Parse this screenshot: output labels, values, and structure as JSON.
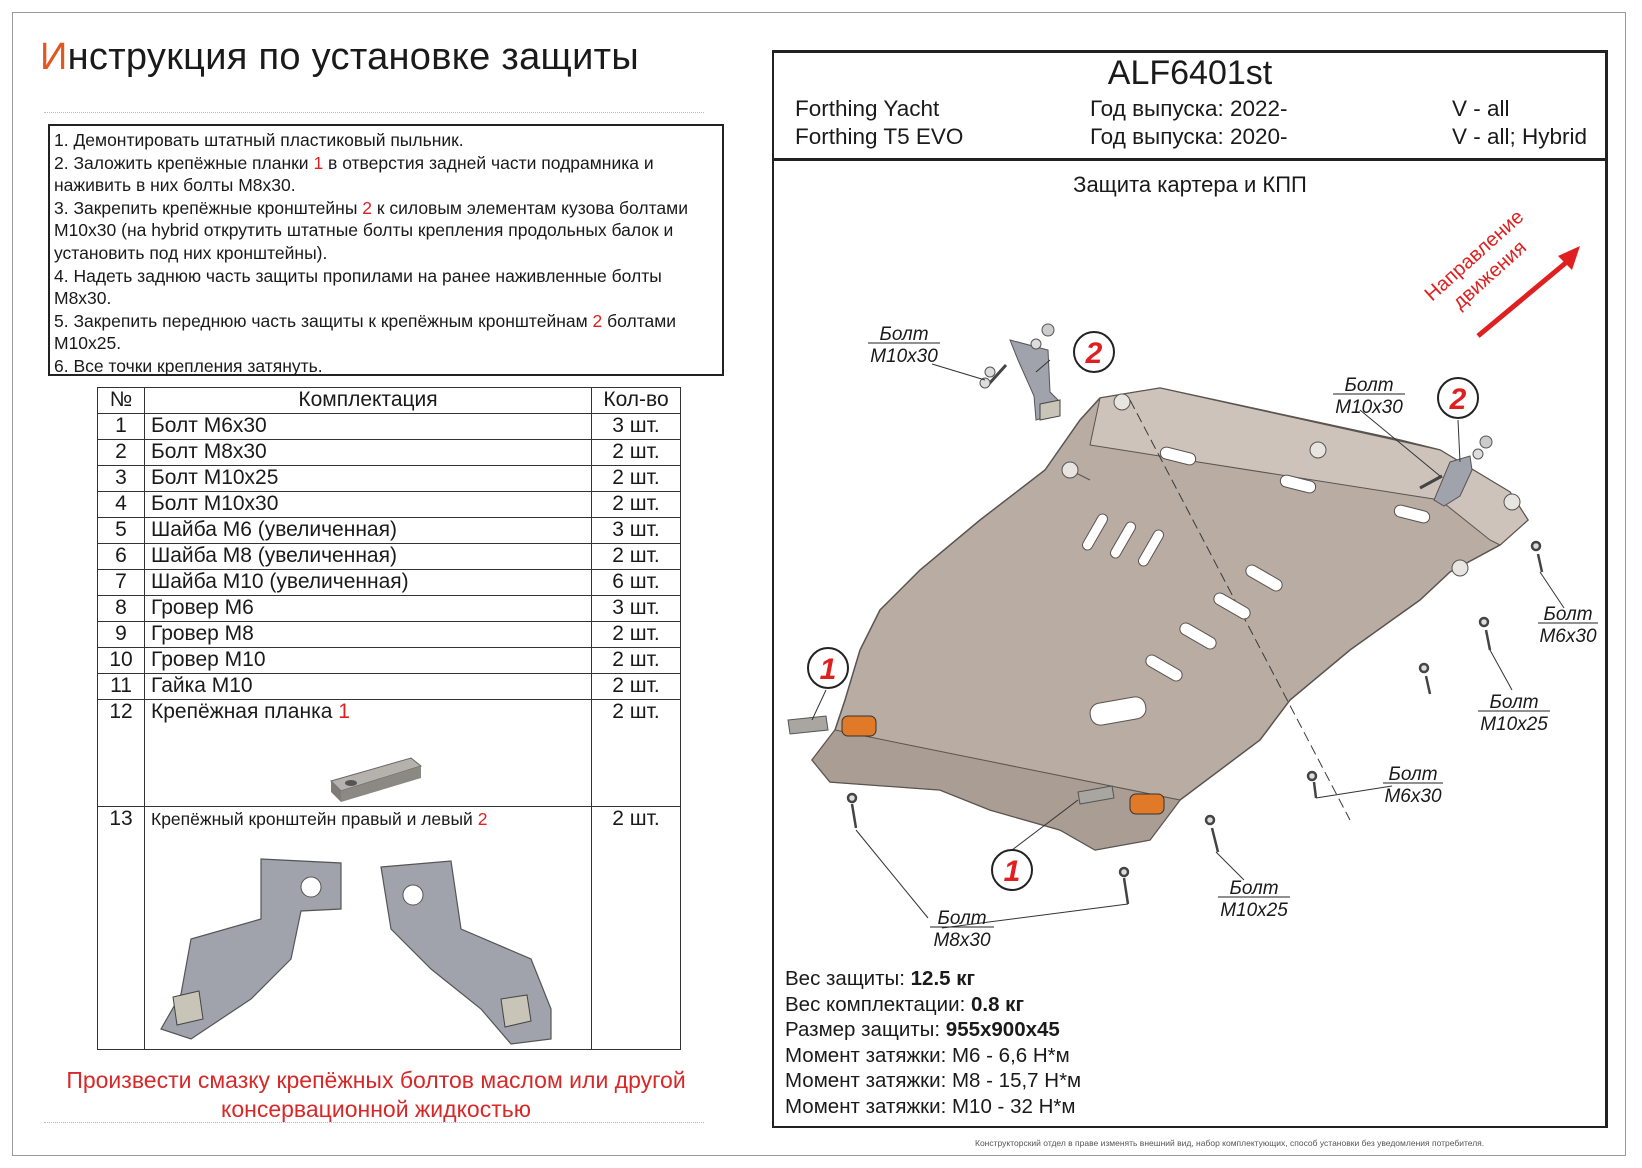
{
  "title": {
    "first_letter": "И",
    "rest": "нструкция по установке защиты"
  },
  "instructions": [
    {
      "parts": [
        "1. Демонтировать штатный пластиковый пыльник."
      ]
    },
    {
      "parts": [
        "2. Заложить крепёжные планки ",
        "1",
        " в отверстия задней части подрамника и наживить в них болты М8х30."
      ]
    },
    {
      "parts": [
        "3. Закрепить крепёжные кронштейны ",
        "2",
        " к силовым элементам кузова болтами М10х30 (на hybrid открутить штатные болты крепления продольных балок и установить под них кронштейны)."
      ]
    },
    {
      "parts": [
        "4. Надеть заднюю часть защиты пропилами на ранее наживленные болты М8х30."
      ]
    },
    {
      "parts": [
        "5. Закрепить переднюю часть защиты к крепёжным кронштейнам ",
        "2",
        " болтами М10х25."
      ]
    },
    {
      "parts": [
        "6. Все точки крепления затянуть."
      ]
    }
  ],
  "kit": {
    "headers": [
      "№",
      "Комплектация",
      "Кол-во"
    ],
    "rows": [
      {
        "n": "1",
        "name": "Болт М6х30",
        "qty": "3 шт."
      },
      {
        "n": "2",
        "name": "Болт М8х30",
        "qty": "2 шт."
      },
      {
        "n": "3",
        "name": "Болт М10х25",
        "qty": "2 шт."
      },
      {
        "n": "4",
        "name": "Болт М10х30",
        "qty": "2 шт."
      },
      {
        "n": "5",
        "name": "Шайба М6 (увеличенная)",
        "qty": "3 шт."
      },
      {
        "n": "6",
        "name": "Шайба М8 (увеличенная)",
        "qty": "2 шт."
      },
      {
        "n": "7",
        "name": "Шайба М10 (увеличенная)",
        "qty": "6 шт."
      },
      {
        "n": "8",
        "name": "Гровер М6",
        "qty": "3 шт."
      },
      {
        "n": "9",
        "name": "Гровер М8",
        "qty": "2 шт."
      },
      {
        "n": "10",
        "name": "Гровер М10",
        "qty": "2 шт."
      },
      {
        "n": "11",
        "name": "Гайка М10",
        "qty": "2 шт."
      },
      {
        "n": "12",
        "name": "Крепёжная планка ",
        "ref": "1",
        "qty": "2 шт."
      },
      {
        "n": "13",
        "name": "Крепёжный кронштейн правый и левый ",
        "ref": "2",
        "qty": "2 шт."
      }
    ]
  },
  "note": "Произвести смазку крепёжных болтов маслом или другой консервационной жидкостью",
  "product": {
    "code": "ALF6401st",
    "vehicles": [
      {
        "model": "Forthing Yacht",
        "year": "Год выпуска: 2022-",
        "engine": "V - all"
      },
      {
        "model": "Forthing T5 EVO",
        "year": "Год выпуска: 2020-",
        "engine": "V - all; Hybrid"
      }
    ],
    "subtitle": "Защита картера и КПП"
  },
  "diagram": {
    "direction": [
      "Направление",
      "движения"
    ],
    "callouts": [
      {
        "ref": "2"
      },
      {
        "ref": "2"
      },
      {
        "ref": "1"
      },
      {
        "ref": "1"
      }
    ],
    "labels": [
      [
        "Болт",
        "М10х30"
      ],
      [
        "Болт",
        "М10х30"
      ],
      [
        "Болт",
        "М6х30"
      ],
      [
        "Болт",
        "М10х25"
      ],
      [
        "Болт",
        "М6х30"
      ],
      [
        "Болт",
        "М10х25"
      ],
      [
        "Болт",
        "М8х30"
      ]
    ],
    "colors": {
      "plate": "#b8aca3",
      "accent": "#e02020",
      "washer_orange": "#e07a28"
    }
  },
  "specs": [
    {
      "label": "Вес защиты: ",
      "value": "12.5 кг"
    },
    {
      "label": "Вес комплектации: ",
      "value": "0.8 кг"
    },
    {
      "label": "Размер защиты: ",
      "value": "955х900х45"
    },
    {
      "label": "Момент затяжки:  ",
      "value": "М6 - 6,6 Н*м"
    },
    {
      "label": "Момент затяжки:  ",
      "value": "М8 - 15,7 Н*м"
    },
    {
      "label": "Момент затяжки:  ",
      "value": "М10 - 32 Н*м"
    }
  ],
  "footnote": "Конструкторский отдел в праве изменять внешний вид, набор комплектующих, способ установки без уведомления потребителя."
}
